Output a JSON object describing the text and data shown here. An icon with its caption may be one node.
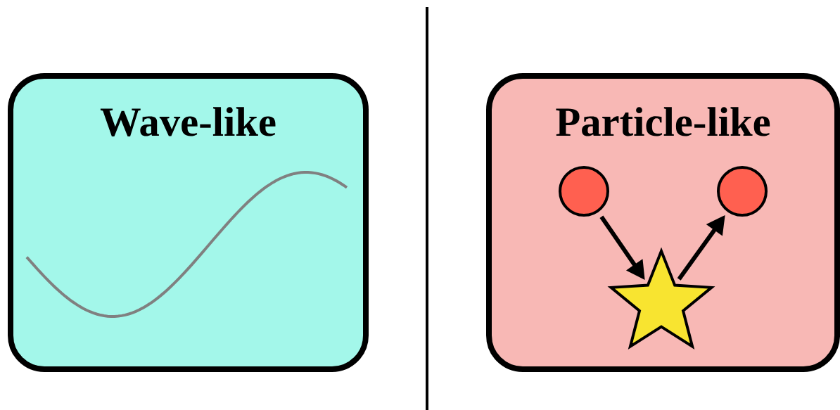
{
  "diagram": {
    "nodes": [
      {
        "text": [
          "Wave-like"
        ]
      },
      {
        "text": [
          "Particle-like"
        ]
      },
      {
        "text": [],
        "shape": "circle",
        "in": 1
      },
      {
        "text": [],
        "shape": "circle",
        "in": 1
      },
      {
        "text": [],
        "shape": "star",
        "in": 1
      }
    ],
    "edges": [
      {
        "from": 2,
        "to": 4,
        "arrow": "to"
      },
      {
        "from": 4,
        "to": 3,
        "arrow": "to"
      }
    ]
  }
}
